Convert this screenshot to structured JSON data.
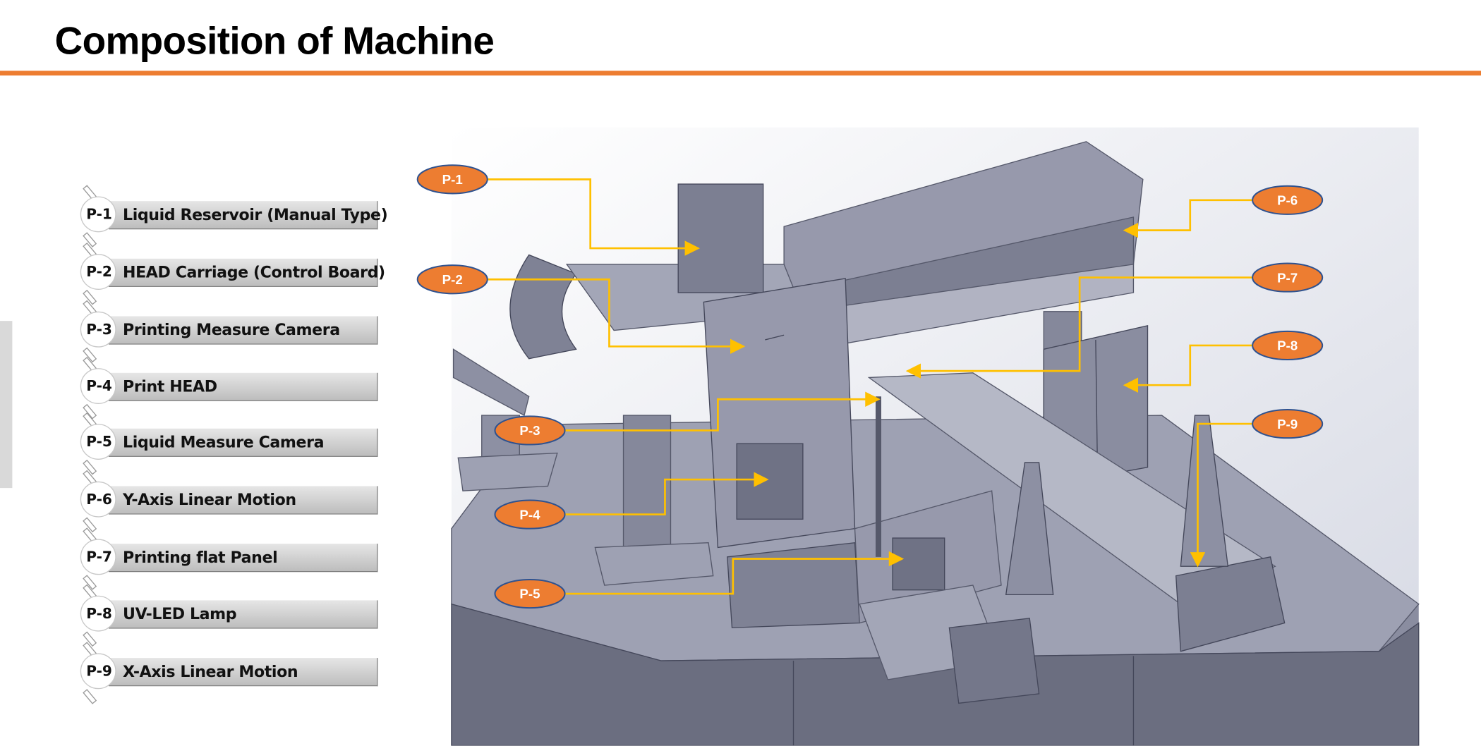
{
  "header": {
    "title": "Composition of Machine"
  },
  "colors": {
    "accent": "#ed7d31",
    "callout_fill": "#ed7d31",
    "callout_border": "#2f528f",
    "leader_line": "#ffc000"
  },
  "parts": [
    {
      "code": "P-1",
      "name": "Liquid Reservoir (Manual Type)"
    },
    {
      "code": "P-2",
      "name": "HEAD Carriage (Control Board)"
    },
    {
      "code": "P-3",
      "name": "Printing Measure Camera"
    },
    {
      "code": "P-4",
      "name": "Print HEAD"
    },
    {
      "code": "P-5",
      "name": "Liquid Measure Camera"
    },
    {
      "code": "P-6",
      "name": "Y-Axis Linear Motion"
    },
    {
      "code": "P-7",
      "name": "Printing flat Panel"
    },
    {
      "code": "P-8",
      "name": "UV-LED Lamp"
    },
    {
      "code": "P-9",
      "name": "X-Axis Linear Motion"
    }
  ]
}
